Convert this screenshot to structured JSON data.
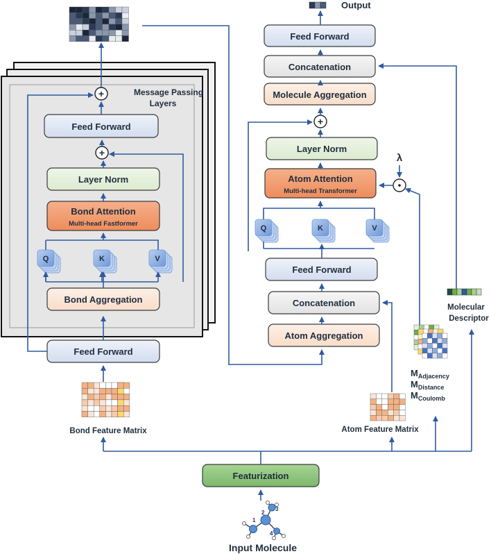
{
  "output_label": "Output",
  "message_passing_label": [
    "Message Passing",
    "Layers"
  ],
  "lambda_symbol": "λ",
  "left_branch": {
    "feed_forward_top": "Feed Forward",
    "layer_norm": "Layer Norm",
    "bond_attention": "Bond Attention",
    "bond_attention_sub": "Multi-head Fastformer",
    "q": "Q",
    "k": "K",
    "v": "V",
    "bond_aggregation": "Bond Aggregation",
    "feed_forward_bottom": "Feed Forward",
    "bond_feature_matrix": "Bond Feature Matrix"
  },
  "right_branch": {
    "feed_forward_top": "Feed Forward",
    "concatenation_top": "Concatenation",
    "molecule_aggregation": "Molecule Aggregation",
    "layer_norm": "Layer Norm",
    "atom_attention": "Atom Attention",
    "atom_attention_sub": "Multi-head Transformer",
    "q": "Q",
    "k": "K",
    "v": "V",
    "feed_forward_mid": "Feed Forward",
    "concatenation_bottom": "Concatenation",
    "atom_aggregation": "Atom Aggregation",
    "atom_feature_matrix": "Atom Feature Matrix",
    "molecular_descriptor": [
      "Molecular",
      "Descriptor"
    ],
    "matrices": [
      {
        "base": "M",
        "sub": "Adjacency"
      },
      {
        "base": "M",
        "sub": "Distance"
      },
      {
        "base": "M",
        "sub": "Coulomb"
      }
    ]
  },
  "featurization": "Featurization",
  "input_molecule": "Input Molecule",
  "atom_numbers": [
    "1",
    "2",
    "3",
    "4"
  ],
  "colors": {
    "arrow": "#2f5aa0",
    "feed_forward": "#dce4f2",
    "layer_norm": "#e3efda",
    "attention": "#f19a6b",
    "aggregation": "#fbe5d6",
    "concatenation": "#ececec",
    "featurization": "#8cc57a",
    "qkv": "#8fb3e6"
  }
}
